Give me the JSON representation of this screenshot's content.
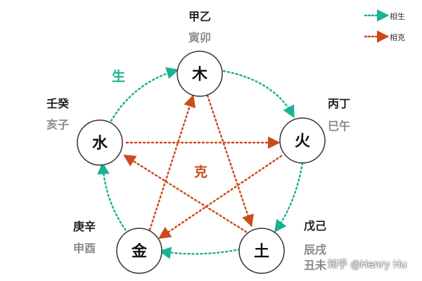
{
  "diagram": {
    "nodes": [
      {
        "id": "wood",
        "label": "木",
        "stem": "甲乙",
        "branch": "寅卯"
      },
      {
        "id": "fire",
        "label": "火",
        "stem": "丙丁",
        "branch": "巳午"
      },
      {
        "id": "earth",
        "label": "土",
        "stem": "戊己",
        "branch": "辰戌丑未"
      },
      {
        "id": "metal",
        "label": "金",
        "stem": "庚辛",
        "branch": "申酉"
      },
      {
        "id": "water",
        "label": "水",
        "stem": "壬癸",
        "branch": "亥子"
      }
    ],
    "sheng_label": "生",
    "ke_label": "克",
    "legend": {
      "sheng": "相生",
      "ke": "相克"
    },
    "colors": {
      "sheng": "#19b394",
      "ke": "#cc4b1c",
      "node_stroke": "#333333"
    },
    "watermark": "知乎 @Henry Hu"
  }
}
